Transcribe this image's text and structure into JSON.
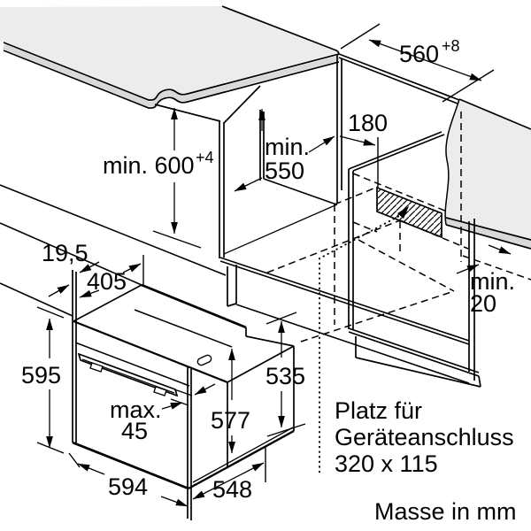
{
  "diagram": {
    "title_hint": "built-in oven installation dimensions",
    "units_note": "Masse in mm",
    "colors": {
      "line": "#000000",
      "surface_gray": "#ececec",
      "edge_gray": "#d9d9d9",
      "background": "#ffffff"
    },
    "labels": {
      "niche_height": "min. 600",
      "niche_height_tol": "+4",
      "niche_depth_line1": "min.",
      "niche_depth_line2": "550",
      "rear_offset": "180",
      "niche_width": "560",
      "niche_width_tol": "+8",
      "rear_gap_line1": "min.",
      "rear_gap_line2": "20",
      "front_overhang": "19,5",
      "top_recess": "405",
      "oven_front_height": "595",
      "handle_depth_line1": "max.",
      "handle_depth_line2": "45",
      "oven_inner_height": "577",
      "oven_side_height": "535",
      "oven_width": "594",
      "oven_depth": "548",
      "connection_line1": "Platz für",
      "connection_line2": "Geräteanschluss",
      "connection_line3": "320 x 115"
    }
  }
}
